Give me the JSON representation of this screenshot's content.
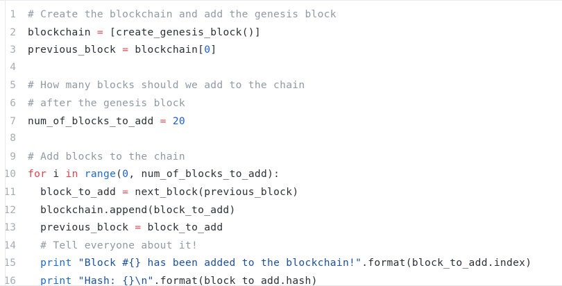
{
  "code_block": {
    "language": "python",
    "colors": {
      "background": "#ffffff",
      "border": "#e7e9ec",
      "line_number": "#a7adb5",
      "text": "#2b2f36",
      "comment": "#9199a3",
      "keyword": "#e8414c",
      "operator": "#e8414c",
      "number": "#1c5fd4",
      "builtin": "#1c6ad4",
      "string": "#1b4f9c"
    },
    "lines": [
      {
        "number": "1",
        "tokens": [
          {
            "t": "# Create the blockchain and add the genesis block",
            "c": "comment"
          }
        ]
      },
      {
        "number": "2",
        "tokens": [
          {
            "t": "blockchain ",
            "c": "plain"
          },
          {
            "t": "=",
            "c": "operator"
          },
          {
            "t": " [create_genesis_block()]",
            "c": "plain"
          }
        ]
      },
      {
        "number": "3",
        "tokens": [
          {
            "t": "previous_block ",
            "c": "plain"
          },
          {
            "t": "=",
            "c": "operator"
          },
          {
            "t": " blockchain[",
            "c": "plain"
          },
          {
            "t": "0",
            "c": "number"
          },
          {
            "t": "]",
            "c": "plain"
          }
        ]
      },
      {
        "number": "4",
        "tokens": []
      },
      {
        "number": "5",
        "tokens": [
          {
            "t": "# How many blocks should we add to the chain",
            "c": "comment"
          }
        ]
      },
      {
        "number": "6",
        "tokens": [
          {
            "t": "# after the genesis block",
            "c": "comment"
          }
        ]
      },
      {
        "number": "7",
        "tokens": [
          {
            "t": "num_of_blocks_to_add ",
            "c": "plain"
          },
          {
            "t": "=",
            "c": "operator"
          },
          {
            "t": " ",
            "c": "plain"
          },
          {
            "t": "20",
            "c": "number"
          }
        ]
      },
      {
        "number": "8",
        "tokens": []
      },
      {
        "number": "9",
        "tokens": [
          {
            "t": "# Add blocks to the chain",
            "c": "comment"
          }
        ]
      },
      {
        "number": "10",
        "tokens": [
          {
            "t": "for",
            "c": "keyword"
          },
          {
            "t": " i ",
            "c": "plain"
          },
          {
            "t": "in",
            "c": "keyword"
          },
          {
            "t": " ",
            "c": "plain"
          },
          {
            "t": "range",
            "c": "builtin"
          },
          {
            "t": "(",
            "c": "plain"
          },
          {
            "t": "0",
            "c": "number"
          },
          {
            "t": ", num_of_blocks_to_add):",
            "c": "plain"
          }
        ]
      },
      {
        "number": "11",
        "tokens": [
          {
            "t": "  block_to_add ",
            "c": "plain"
          },
          {
            "t": "=",
            "c": "operator"
          },
          {
            "t": " next_block(previous_block)",
            "c": "plain"
          }
        ]
      },
      {
        "number": "12",
        "tokens": [
          {
            "t": "  blockchain.append(block_to_add)",
            "c": "plain"
          }
        ]
      },
      {
        "number": "13",
        "tokens": [
          {
            "t": "  previous_block ",
            "c": "plain"
          },
          {
            "t": "=",
            "c": "operator"
          },
          {
            "t": " block_to_add",
            "c": "plain"
          }
        ]
      },
      {
        "number": "14",
        "tokens": [
          {
            "t": "  # Tell everyone about it!",
            "c": "comment"
          }
        ]
      },
      {
        "number": "15",
        "tokens": [
          {
            "t": "  ",
            "c": "plain"
          },
          {
            "t": "print",
            "c": "builtin"
          },
          {
            "t": " ",
            "c": "plain"
          },
          {
            "t": "\"Block #{} has been added to the blockchain!\"",
            "c": "string"
          },
          {
            "t": ".format(block_to_add.index)",
            "c": "plain"
          }
        ]
      },
      {
        "number": "16",
        "tokens": [
          {
            "t": "  ",
            "c": "plain"
          },
          {
            "t": "print",
            "c": "builtin"
          },
          {
            "t": " ",
            "c": "plain"
          },
          {
            "t": "\"Hash: {}\\n\"",
            "c": "string"
          },
          {
            "t": ".format(block_to_add.hash)",
            "c": "plain"
          }
        ]
      }
    ]
  }
}
